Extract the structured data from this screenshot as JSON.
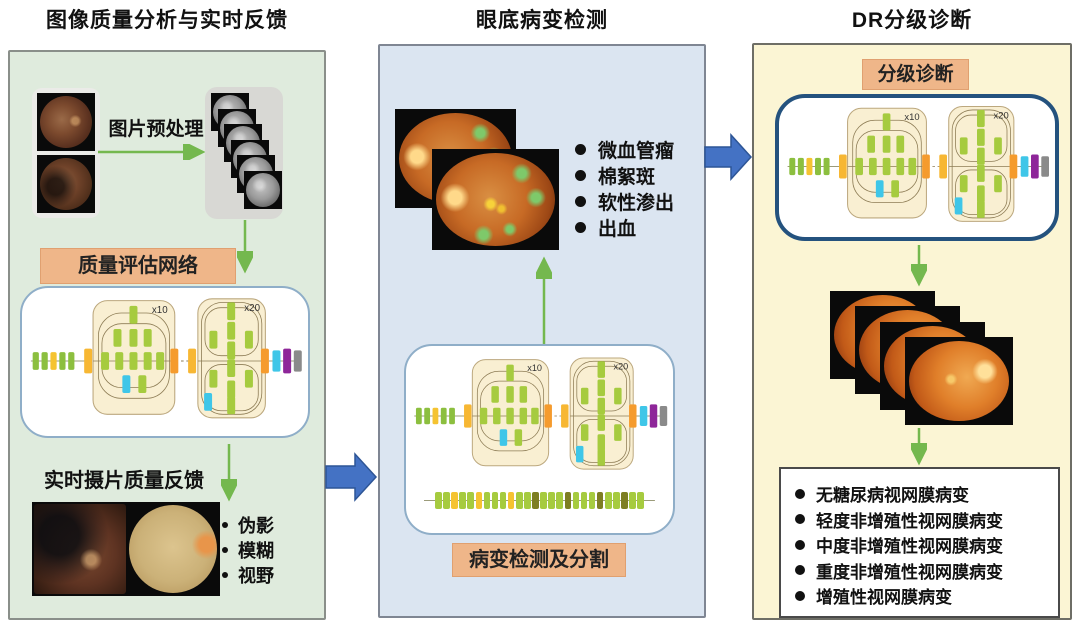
{
  "network_cells": {
    "small": "x10",
    "large": "x20"
  },
  "panels": {
    "left": {
      "title": "图像质量分析与实时反馈",
      "preprocess_label": "图片预处理",
      "network_label": "质量评估网络",
      "feedback_heading": "实时摄片质量反馈",
      "feedback_items": [
        "伪影",
        "模糊",
        "视野"
      ]
    },
    "middle": {
      "title": "眼底病变检测",
      "lesion_items": [
        "微血管瘤",
        "棉絮斑",
        "软性渗出",
        "出血"
      ],
      "network_label": "病变检测及分割",
      "feature_row_pattern": "GGYGGYGGGYGGDGGGDGGGDGGDGG"
    },
    "right": {
      "title": "DR分级诊断",
      "grading_label": "分级诊断",
      "grade_items": [
        "无糖尿病视网膜病变",
        "轻度非增殖性视网膜病变",
        "中度非增殖性视网膜病变",
        "重度非增殖性视网膜病变",
        "增殖性视网膜病变"
      ]
    }
  },
  "colors": {
    "panel_left_bg": "#DFEBDD",
    "panel_middle_bg": "#DBE5F1",
    "panel_right_bg": "#FBF5D4",
    "label_bg": "#EFB689",
    "flow_arrow_blue": "#4472C4",
    "arrow_green": "#74B84E",
    "bar_green": "#A6CB3F",
    "bar_yellow": "#F5C331",
    "bar_orange": "#F59B2D",
    "bar_cyan": "#3FC6E8",
    "bar_purple": "#8E2699",
    "bar_gray": "#8A8A8A",
    "bar_olive": "#7D7E22",
    "network_border": "#8FAEC8",
    "network_border_dark": "#24527E"
  }
}
